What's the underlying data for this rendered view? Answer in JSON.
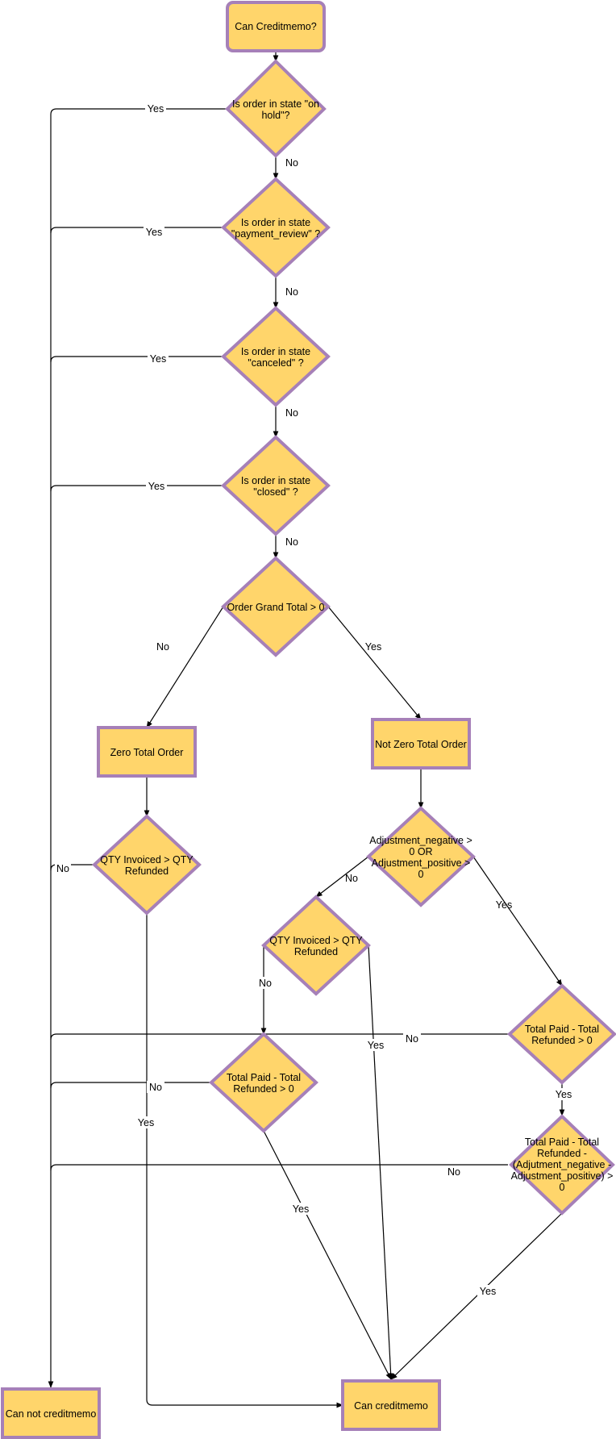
{
  "diagram": {
    "colors": {
      "fill": "#FFD56B",
      "stroke": "#A680B8",
      "edge": "#000000",
      "background": "#FFFFFF"
    },
    "nodes": {
      "start": "Can Creditmemo?",
      "onhold": [
        "Is order in state \"on",
        "hold\"?"
      ],
      "payreview": [
        "Is order in state",
        "\"payment_review\" ?"
      ],
      "canceled": [
        "Is order in state",
        "\"canceled\" ?"
      ],
      "closed": [
        "Is order in state",
        "\"closed\" ?"
      ],
      "grandtotal": "Order Grand Total > 0",
      "zerototal": "Zero Total Order",
      "notzerototal": "Not Zero Total Order",
      "qtyzero": [
        "QTY Invoiced > QTY",
        "Refunded"
      ],
      "adjustment": [
        "Adjustment_negative >",
        "0 OR",
        "Adjustment_positive >",
        "0"
      ],
      "qtymid": [
        "QTY Invoiced > QTY",
        "Refunded"
      ],
      "paidright": [
        "Total Paid - Total",
        "Refunded > 0"
      ],
      "paidmid": [
        "Total Paid - Total",
        "Refunded > 0"
      ],
      "paidadj": [
        "Total Paid - Total",
        "Refunded -",
        "(Adjutment_negative -",
        "Adjustment_positive) >",
        "0"
      ],
      "cannot": "Can not creditmemo",
      "can": "Can creditmemo"
    },
    "edge_labels": {
      "onhold_yes": "Yes",
      "onhold_no": "No",
      "payreview_yes": "Yes",
      "payreview_no": "No",
      "canceled_yes": "Yes",
      "canceled_no": "No",
      "closed_yes": "Yes",
      "closed_no": "No",
      "grandtotal_no": "No",
      "grandtotal_yes": "Yes",
      "qtyzero_no": "No",
      "qtyzero_yes": "Yes",
      "adjustment_no": "No",
      "adjustment_yes": "Yes",
      "qtymid_no": "No",
      "qtymid_yes": "Yes",
      "paidright_no": "No",
      "paidright_yes": "Yes",
      "paidmid_no": "No",
      "paidmid_yes": "Yes",
      "paidadj_no": "No",
      "paidadj_yes": "Yes"
    }
  }
}
